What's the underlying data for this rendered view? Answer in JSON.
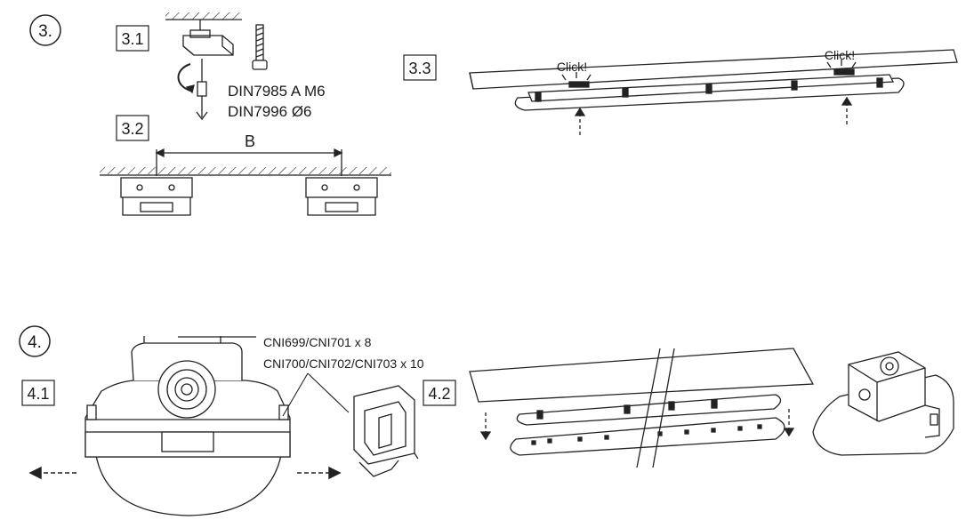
{
  "steps": {
    "s3": "3.",
    "s4": "4."
  },
  "subs": {
    "s31": "3.1",
    "s32": "3.2",
    "s33": "3.3",
    "s41": "4.1",
    "s42": "4.2"
  },
  "screws": {
    "line1": "DIN7985 A M6",
    "line2": "DIN7996 Ø6"
  },
  "distance_label": "B",
  "click_label": "Click!",
  "parts": {
    "line1": "CNI699/CNI701 x 8",
    "line2": "CNI700/CNI702/CNI703 x 10"
  }
}
